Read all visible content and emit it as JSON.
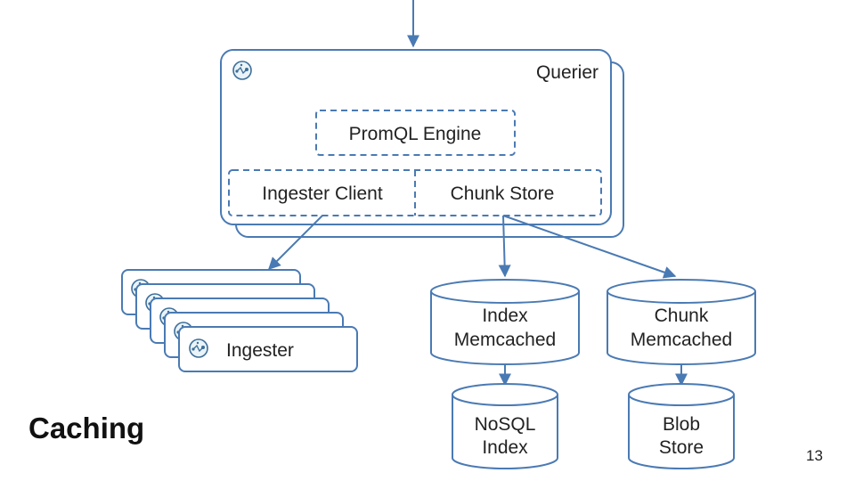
{
  "colors": {
    "stroke": "#4a7ab3",
    "node_fill": "#ffffff",
    "text": "#222222",
    "icon_fill": "#e9f3f8"
  },
  "querier": {
    "label": "Querier",
    "promql": "PromQL Engine",
    "ingester_client": "Ingester Client",
    "chunk_store": "Chunk Store"
  },
  "ingester": {
    "label": "Ingester"
  },
  "stores": {
    "index_memcached": [
      "Index",
      "Memcached"
    ],
    "chunk_memcached": [
      "Chunk",
      "Memcached"
    ],
    "nosql_index": [
      "NoSQL",
      "Index"
    ],
    "blob_store": [
      "Blob",
      "Store"
    ]
  },
  "slide": {
    "title": "Caching",
    "page_number": "13"
  }
}
